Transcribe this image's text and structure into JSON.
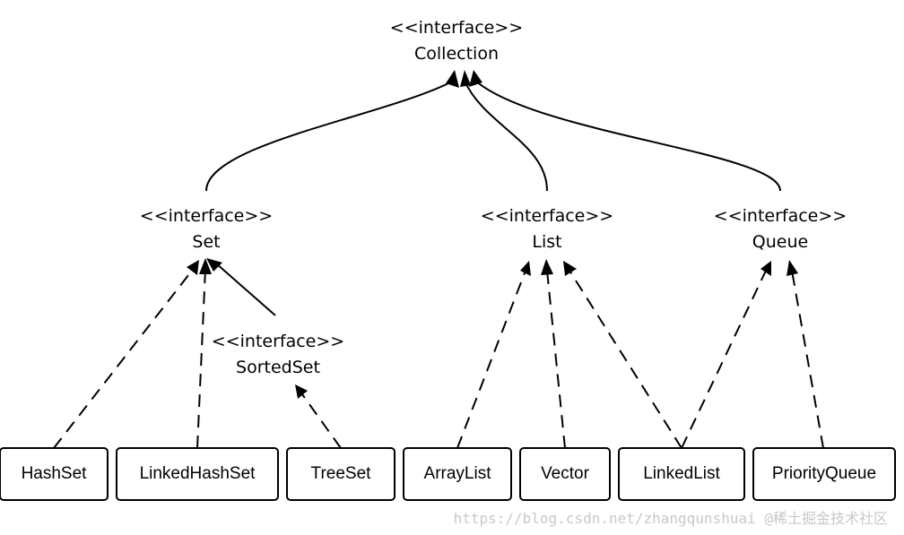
{
  "interfaces": {
    "collection": {
      "stereotype": "<<interface>>",
      "name": "Collection"
    },
    "set": {
      "stereotype": "<<interface>>",
      "name": "Set"
    },
    "list": {
      "stereotype": "<<interface>>",
      "name": "List"
    },
    "queue": {
      "stereotype": "<<interface>>",
      "name": "Queue"
    },
    "sortedset": {
      "stereotype": "<<interface>>",
      "name": "SortedSet"
    }
  },
  "classes": {
    "hashset": "HashSet",
    "linkedhashset": "LinkedHashSet",
    "treeset": "TreeSet",
    "arraylist": "ArrayList",
    "vector": "Vector",
    "linkedlist": "LinkedList",
    "priorityqueue": "PriorityQueue"
  },
  "watermark": "https://blog.csdn.net/zhangqunshuai @稀土掘金技术社区"
}
